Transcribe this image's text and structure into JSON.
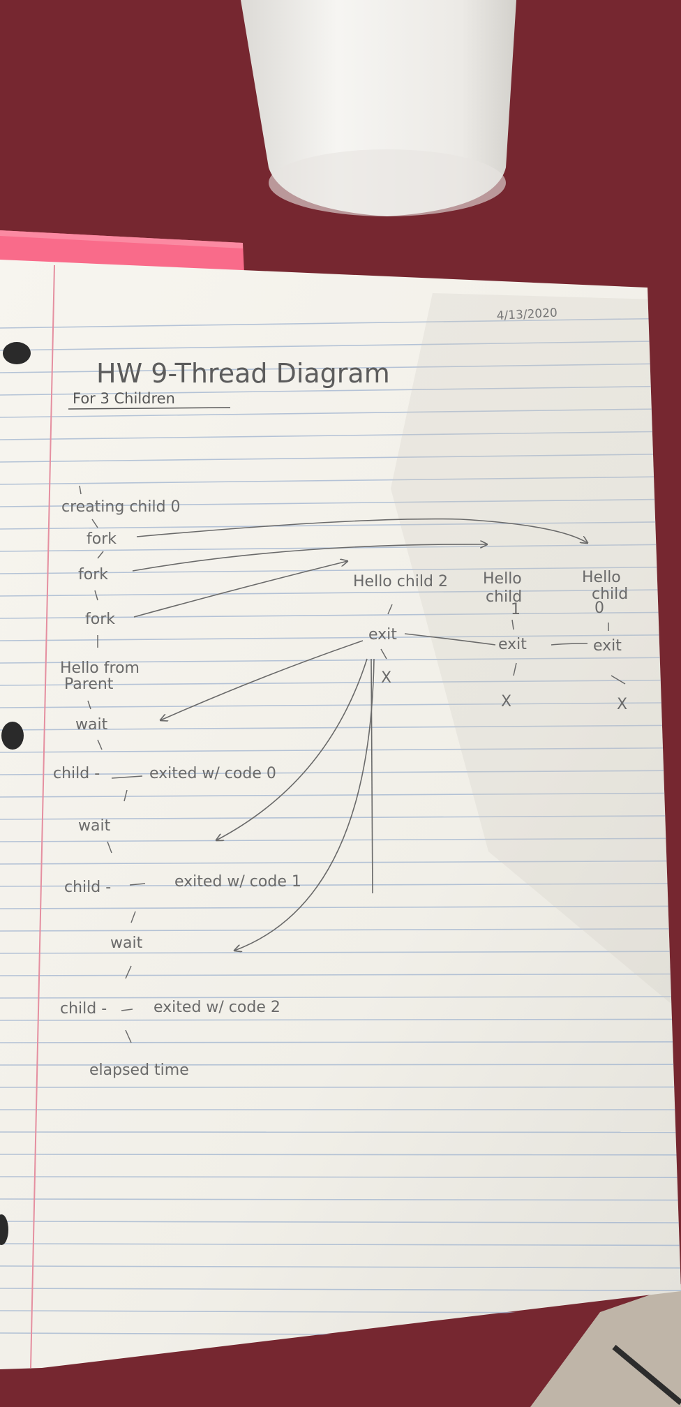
{
  "note": {
    "date": "4/13/2020",
    "title": "HW 9-Thread Diagram",
    "subtitle": "For 3 Children"
  },
  "parent": [
    "creating child 0",
    "fork",
    "fork",
    "fork",
    "Hello from",
    "Parent",
    "wait",
    "child -",
    "exited w/ code 0",
    "wait",
    "child -",
    "exited w/ code 1",
    "wait",
    "child -",
    "exited w/ code 2",
    "elapsed time"
  ],
  "children": [
    {
      "hello": [
        "Hello child 2"
      ],
      "exit": "exit",
      "end": "X"
    },
    {
      "hello": [
        "Hello",
        "child",
        "1"
      ],
      "exit": "exit",
      "end": "X"
    },
    {
      "hello": [
        "Hello",
        "child",
        "0"
      ],
      "exit": "exit",
      "end": "X"
    }
  ],
  "colors": {
    "table": "#7e2a33",
    "paper": "#f4f2ec",
    "rule_line": "#9fb3cf",
    "margin_line": "#e58fa0",
    "pencil": "#6a6a6a",
    "sticky_note": "#f96b8a",
    "cup": "#f1f0ee"
  },
  "objects": [
    "white-cup",
    "pink-sticky-note",
    "binder-holes"
  ]
}
